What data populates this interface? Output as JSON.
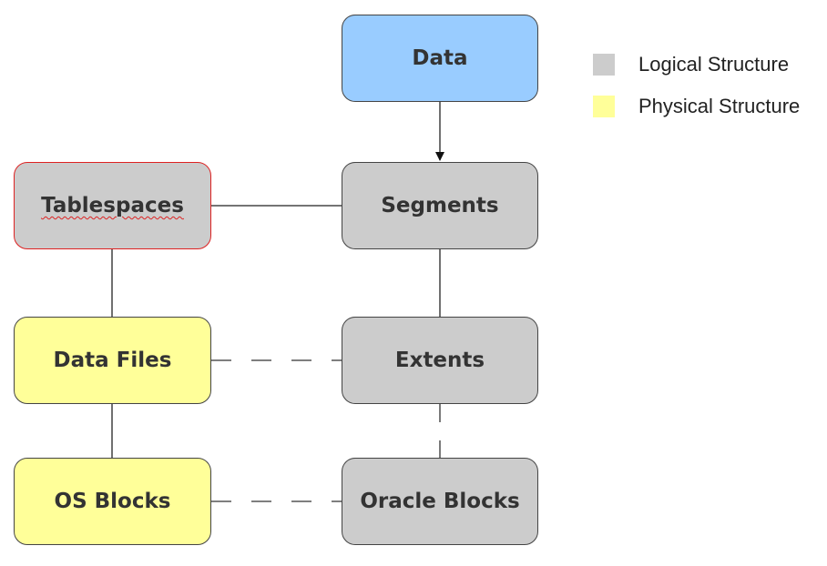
{
  "colors": {
    "logical": "#cccccc",
    "physical": "#ffff99",
    "data": "#99ccff",
    "border": "#444444",
    "flagged_border": "#dd2222"
  },
  "nodes": {
    "data": "Data",
    "segments": "Segments",
    "tablespaces": "Tablespaces",
    "extents": "Extents",
    "data_files": "Data Files",
    "oracle_blocks": "Oracle Blocks",
    "os_blocks": "OS Blocks"
  },
  "legend": {
    "logical": "Logical Structure",
    "physical": "Physical Structure"
  },
  "edges": [
    {
      "from": "Data",
      "to": "Segments",
      "style": "solid",
      "arrow": true
    },
    {
      "from": "Tablespaces",
      "to": "Segments",
      "style": "solid",
      "arrow": false
    },
    {
      "from": "Segments",
      "to": "Extents",
      "style": "solid",
      "arrow": false
    },
    {
      "from": "Tablespaces",
      "to": "Data Files",
      "style": "solid",
      "arrow": false
    },
    {
      "from": "Data Files",
      "to": "OS Blocks",
      "style": "solid",
      "arrow": false
    },
    {
      "from": "Data Files",
      "to": "Extents",
      "style": "dashed",
      "arrow": false
    },
    {
      "from": "Extents",
      "to": "Oracle Blocks",
      "style": "dashed",
      "arrow": false
    },
    {
      "from": "OS Blocks",
      "to": "Oracle Blocks",
      "style": "dashed",
      "arrow": false
    }
  ]
}
